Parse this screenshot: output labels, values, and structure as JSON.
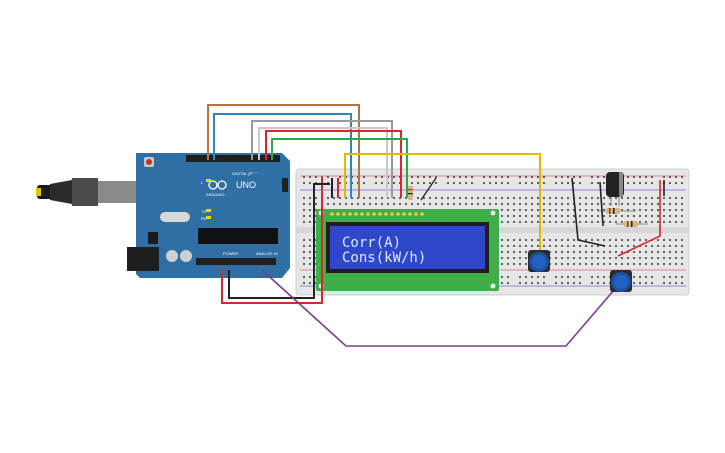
{
  "board": {
    "brand": "UNO",
    "maker": "ARDUINO",
    "digital_label": "DIGITAL (PWM~)",
    "power_label": "POWER",
    "analog_label": "ANALOG IN",
    "tx_label": "TX",
    "rx_label": "RX",
    "l_label": "L"
  },
  "lcd": {
    "line1": "Corr(A)",
    "line2": "Cons(kW/h)"
  },
  "colors": {
    "board": "#2f6fa3",
    "breadboard": "#e6e6e6",
    "lcd_pcb": "#3fae49",
    "lcd_screen": "#2f47c9",
    "wire_red": "#d22a2a",
    "wire_black": "#222222",
    "wire_yellow": "#e4b800",
    "wire_green": "#2aa84a",
    "wire_blue": "#2e86c1",
    "wire_orange": "#b8733a",
    "wire_purple": "#7a3c8e",
    "wire_gray": "#9a9a9a"
  }
}
